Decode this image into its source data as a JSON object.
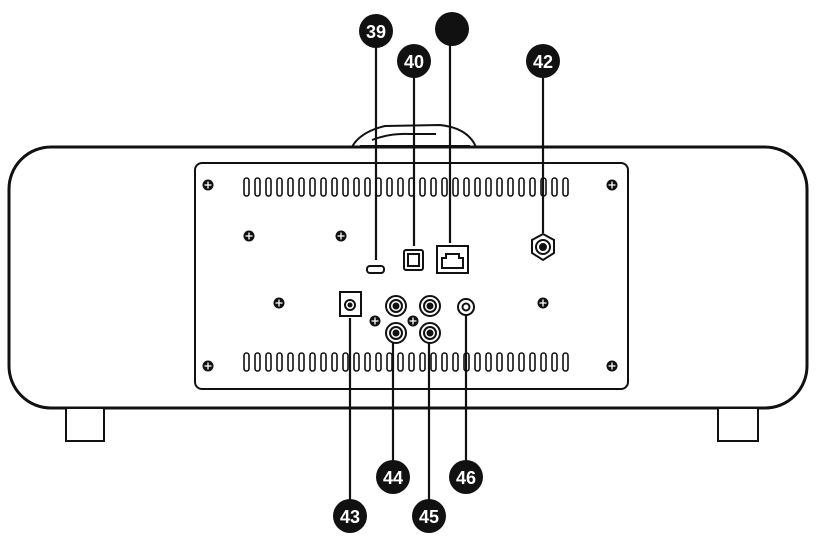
{
  "callouts": [
    {
      "id": "usb",
      "label": "39"
    },
    {
      "id": "optical",
      "label": "40"
    },
    {
      "id": "ethernet",
      "label": ""
    },
    {
      "id": "antenna",
      "label": "42"
    },
    {
      "id": "dc-in",
      "label": "43"
    },
    {
      "id": "rca-upper",
      "label": "44"
    },
    {
      "id": "rca-lower",
      "label": "45"
    },
    {
      "id": "headphone",
      "label": "46"
    }
  ],
  "colors": {
    "line": "#111111",
    "background": "#ffffff",
    "callout_fill": "#111111",
    "callout_text": "#ffffff"
  }
}
